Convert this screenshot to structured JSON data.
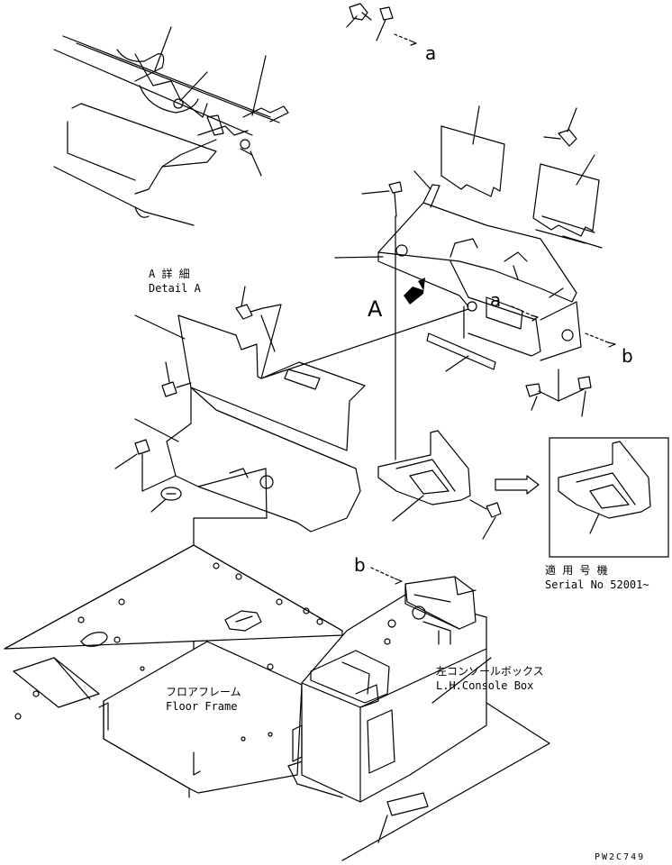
{
  "labels": {
    "detail_a_jp": "A 詳 細",
    "detail_a_en": "Detail A",
    "view_a": "A",
    "arrow_a_top": "a",
    "arrow_a_mid": "a",
    "arrow_b_right": "b",
    "arrow_b_console": "b",
    "serial_jp": "適 用 号 機",
    "serial_en": "Serial No 52001~",
    "floor_jp": "フロアフレーム",
    "floor_en": "Floor Frame",
    "console_jp": "左コンソールボックス",
    "console_en": "L.H.Console Box",
    "drawing_code": "PW2C749"
  }
}
